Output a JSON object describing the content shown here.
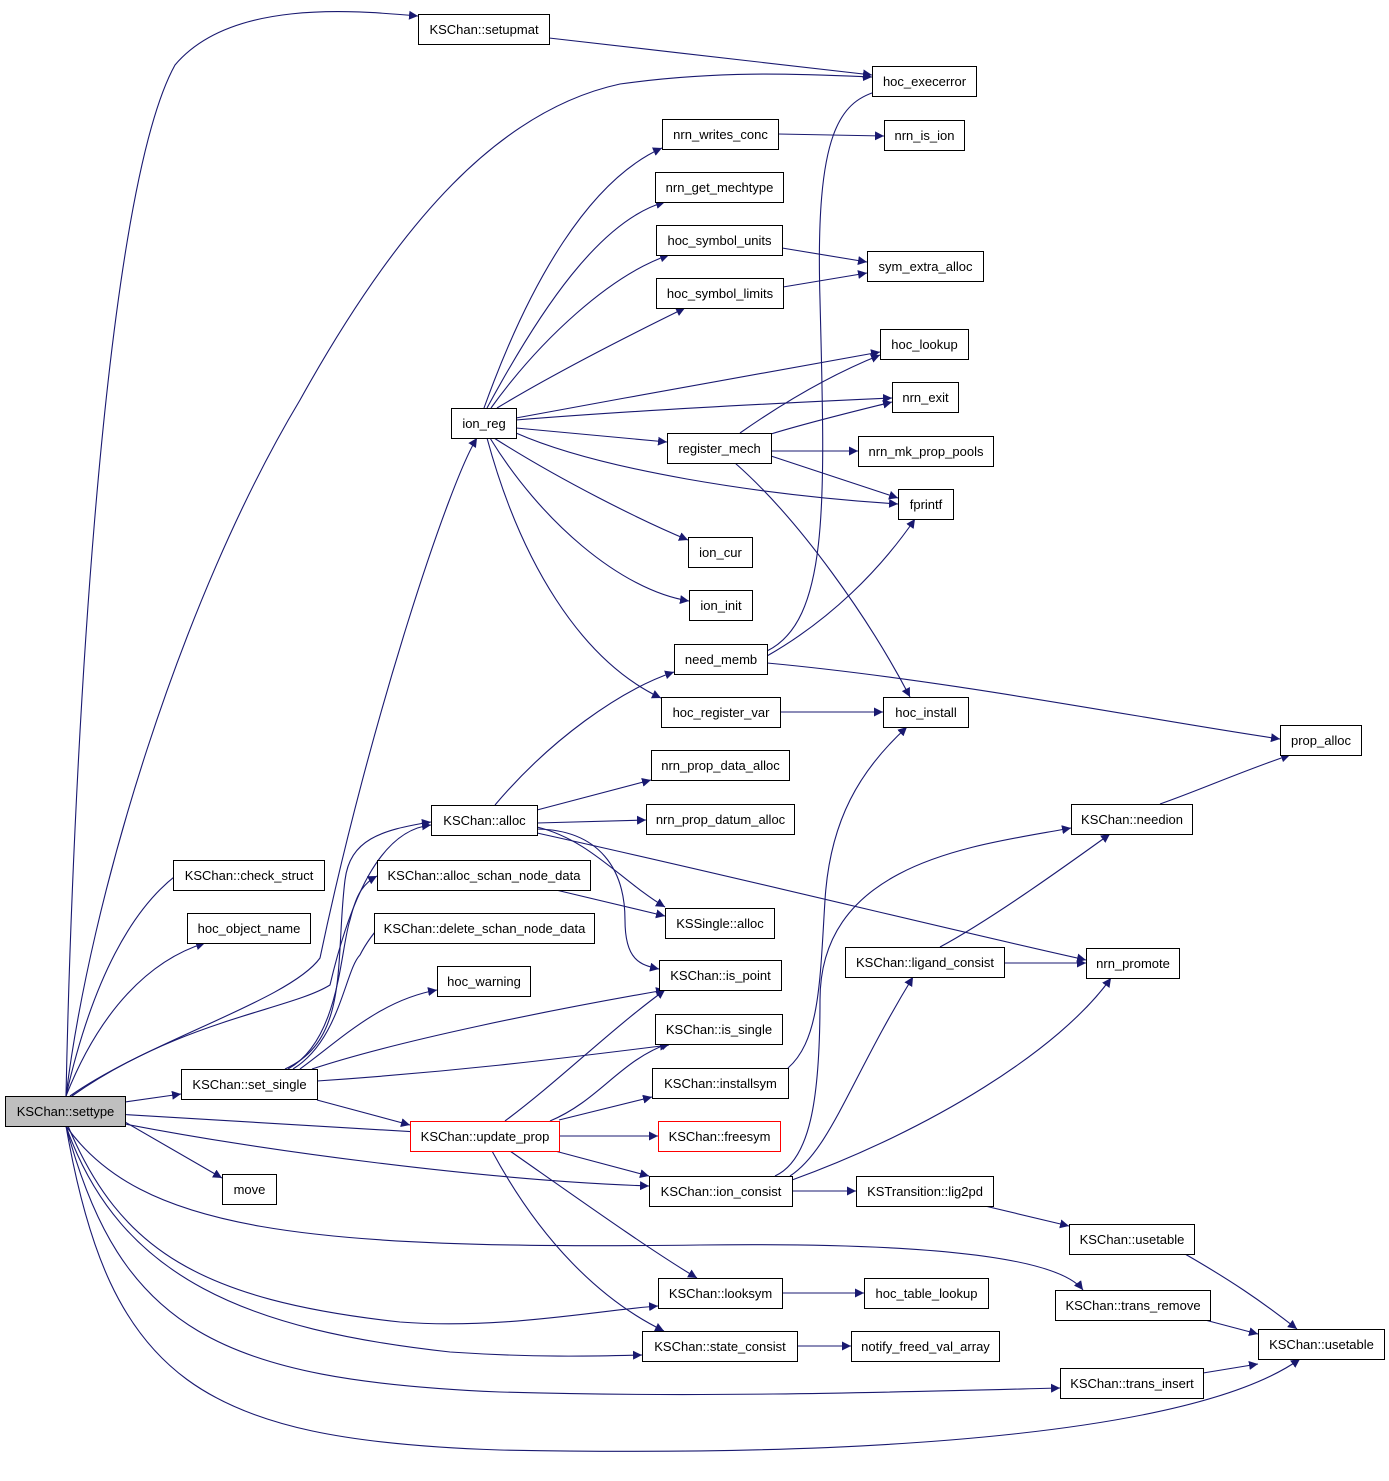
{
  "diagram": {
    "type": "call-graph",
    "colors": {
      "edge": "#191970",
      "root_fill": "#bfbfbf",
      "node_border": "#000000",
      "truncated_border": "#ff0000",
      "node_fill": "#ffffff"
    },
    "nodes": [
      {
        "id": "settype",
        "label": "KSChan::settype",
        "kind": "root"
      },
      {
        "id": "setupmat",
        "label": "KSChan::setupmat"
      },
      {
        "id": "hoc_execerror",
        "label": "hoc_execerror"
      },
      {
        "id": "nrn_writes_conc",
        "label": "nrn_writes_conc"
      },
      {
        "id": "nrn_is_ion",
        "label": "nrn_is_ion"
      },
      {
        "id": "nrn_get_mechtype",
        "label": "nrn_get_mechtype"
      },
      {
        "id": "hoc_symbol_units",
        "label": "hoc_symbol_units"
      },
      {
        "id": "sym_extra_alloc",
        "label": "sym_extra_alloc"
      },
      {
        "id": "hoc_symbol_limits",
        "label": "hoc_symbol_limits"
      },
      {
        "id": "hoc_lookup",
        "label": "hoc_lookup"
      },
      {
        "id": "ion_reg",
        "label": "ion_reg"
      },
      {
        "id": "nrn_exit",
        "label": "nrn_exit"
      },
      {
        "id": "register_mech",
        "label": "register_mech"
      },
      {
        "id": "nrn_mk_prop_pools",
        "label": "nrn_mk_prop_pools"
      },
      {
        "id": "fprintf",
        "label": "fprintf"
      },
      {
        "id": "ion_cur",
        "label": "ion_cur"
      },
      {
        "id": "ion_init",
        "label": "ion_init"
      },
      {
        "id": "need_memb",
        "label": "need_memb"
      },
      {
        "id": "hoc_register_var",
        "label": "hoc_register_var"
      },
      {
        "id": "hoc_install",
        "label": "hoc_install"
      },
      {
        "id": "prop_alloc",
        "label": "prop_alloc"
      },
      {
        "id": "nrn_prop_data_alloc",
        "label": "nrn_prop_data_alloc"
      },
      {
        "id": "alloc",
        "label": "KSChan::alloc"
      },
      {
        "id": "nrn_prop_datum_alloc",
        "label": "nrn_prop_datum_alloc"
      },
      {
        "id": "needion",
        "label": "KSChan::needion"
      },
      {
        "id": "check_struct",
        "label": "KSChan::check_struct"
      },
      {
        "id": "alloc_schan_node_data",
        "label": "KSChan::alloc_schan_node_data"
      },
      {
        "id": "kssingle_alloc",
        "label": "KSSingle::alloc"
      },
      {
        "id": "hoc_object_name",
        "label": "hoc_object_name"
      },
      {
        "id": "delete_schan_node_data",
        "label": "KSChan::delete_schan_node_data"
      },
      {
        "id": "ligand_consist",
        "label": "KSChan::ligand_consist"
      },
      {
        "id": "nrn_promote",
        "label": "nrn_promote"
      },
      {
        "id": "is_point",
        "label": "KSChan::is_point"
      },
      {
        "id": "hoc_warning",
        "label": "hoc_warning"
      },
      {
        "id": "is_single",
        "label": "KSChan::is_single"
      },
      {
        "id": "set_single",
        "label": "KSChan::set_single"
      },
      {
        "id": "installsym",
        "label": "KSChan::installsym"
      },
      {
        "id": "update_prop",
        "label": "KSChan::update_prop",
        "kind": "truncated"
      },
      {
        "id": "freesym",
        "label": "KSChan::freesym",
        "kind": "truncated"
      },
      {
        "id": "move",
        "label": "move"
      },
      {
        "id": "ion_consist",
        "label": "KSChan::ion_consist"
      },
      {
        "id": "lig2pd",
        "label": "KSTransition::lig2pd"
      },
      {
        "id": "usetable1",
        "label": "KSChan::usetable"
      },
      {
        "id": "looksym",
        "label": "KSChan::looksym"
      },
      {
        "id": "hoc_table_lookup",
        "label": "hoc_table_lookup"
      },
      {
        "id": "trans_remove",
        "label": "KSChan::trans_remove"
      },
      {
        "id": "usetable2",
        "label": "KSChan::usetable"
      },
      {
        "id": "state_consist",
        "label": "KSChan::state_consist"
      },
      {
        "id": "notify_freed_val_array",
        "label": "notify_freed_val_array"
      },
      {
        "id": "trans_insert",
        "label": "KSChan::trans_insert"
      }
    ],
    "edges": [
      [
        "settype",
        "setupmat"
      ],
      [
        "settype",
        "hoc_execerror"
      ],
      [
        "settype",
        "ion_reg"
      ],
      [
        "settype",
        "alloc"
      ],
      [
        "settype",
        "check_struct"
      ],
      [
        "settype",
        "hoc_object_name"
      ],
      [
        "settype",
        "set_single"
      ],
      [
        "settype",
        "update_prop"
      ],
      [
        "settype",
        "move"
      ],
      [
        "settype",
        "ion_consist"
      ],
      [
        "settype",
        "looksym"
      ],
      [
        "settype",
        "trans_remove"
      ],
      [
        "settype",
        "state_consist"
      ],
      [
        "settype",
        "trans_insert"
      ],
      [
        "settype",
        "usetable2"
      ],
      [
        "setupmat",
        "hoc_execerror"
      ],
      [
        "ion_reg",
        "nrn_writes_conc"
      ],
      [
        "ion_reg",
        "nrn_get_mechtype"
      ],
      [
        "ion_reg",
        "hoc_symbol_units"
      ],
      [
        "ion_reg",
        "hoc_symbol_limits"
      ],
      [
        "ion_reg",
        "hoc_lookup"
      ],
      [
        "ion_reg",
        "nrn_exit"
      ],
      [
        "ion_reg",
        "register_mech"
      ],
      [
        "ion_reg",
        "fprintf"
      ],
      [
        "ion_reg",
        "ion_cur"
      ],
      [
        "ion_reg",
        "ion_init"
      ],
      [
        "ion_reg",
        "hoc_register_var"
      ],
      [
        "nrn_writes_conc",
        "nrn_is_ion"
      ],
      [
        "hoc_symbol_units",
        "sym_extra_alloc"
      ],
      [
        "hoc_symbol_limits",
        "sym_extra_alloc"
      ],
      [
        "register_mech",
        "hoc_lookup"
      ],
      [
        "register_mech",
        "nrn_exit"
      ],
      [
        "register_mech",
        "nrn_mk_prop_pools"
      ],
      [
        "register_mech",
        "fprintf"
      ],
      [
        "register_mech",
        "hoc_install"
      ],
      [
        "need_memb",
        "hoc_execerror"
      ],
      [
        "need_memb",
        "fprintf"
      ],
      [
        "need_memb",
        "prop_alloc"
      ],
      [
        "hoc_register_var",
        "hoc_install"
      ],
      [
        "alloc",
        "need_memb"
      ],
      [
        "alloc",
        "nrn_prop_data_alloc"
      ],
      [
        "alloc",
        "nrn_prop_datum_alloc"
      ],
      [
        "alloc",
        "kssingle_alloc"
      ],
      [
        "alloc",
        "is_point"
      ],
      [
        "alloc",
        "nrn_promote"
      ],
      [
        "alloc_schan_node_data",
        "kssingle_alloc"
      ],
      [
        "set_single",
        "alloc_schan_node_data"
      ],
      [
        "set_single",
        "delete_schan_node_data"
      ],
      [
        "set_single",
        "hoc_warning"
      ],
      [
        "set_single",
        "is_point"
      ],
      [
        "set_single",
        "is_single"
      ],
      [
        "set_single",
        "update_prop"
      ],
      [
        "set_single",
        "alloc"
      ],
      [
        "update_prop",
        "is_point"
      ],
      [
        "update_prop",
        "is_single"
      ],
      [
        "update_prop",
        "installsym"
      ],
      [
        "update_prop",
        "freesym"
      ],
      [
        "update_prop",
        "ion_consist"
      ],
      [
        "update_prop",
        "looksym"
      ],
      [
        "update_prop",
        "state_consist"
      ],
      [
        "installsym",
        "hoc_install"
      ],
      [
        "ion_consist",
        "needion"
      ],
      [
        "ion_consist",
        "ligand_consist"
      ],
      [
        "ion_consist",
        "nrn_promote"
      ],
      [
        "ion_consist",
        "lig2pd"
      ],
      [
        "ligand_consist",
        "needion"
      ],
      [
        "ligand_consist",
        "nrn_promote"
      ],
      [
        "needion",
        "prop_alloc"
      ],
      [
        "lig2pd",
        "usetable1"
      ],
      [
        "usetable1",
        "usetable2"
      ],
      [
        "looksym",
        "hoc_table_lookup"
      ],
      [
        "trans_remove",
        "usetable2"
      ],
      [
        "state_consist",
        "notify_freed_val_array"
      ],
      [
        "trans_insert",
        "usetable2"
      ]
    ]
  }
}
